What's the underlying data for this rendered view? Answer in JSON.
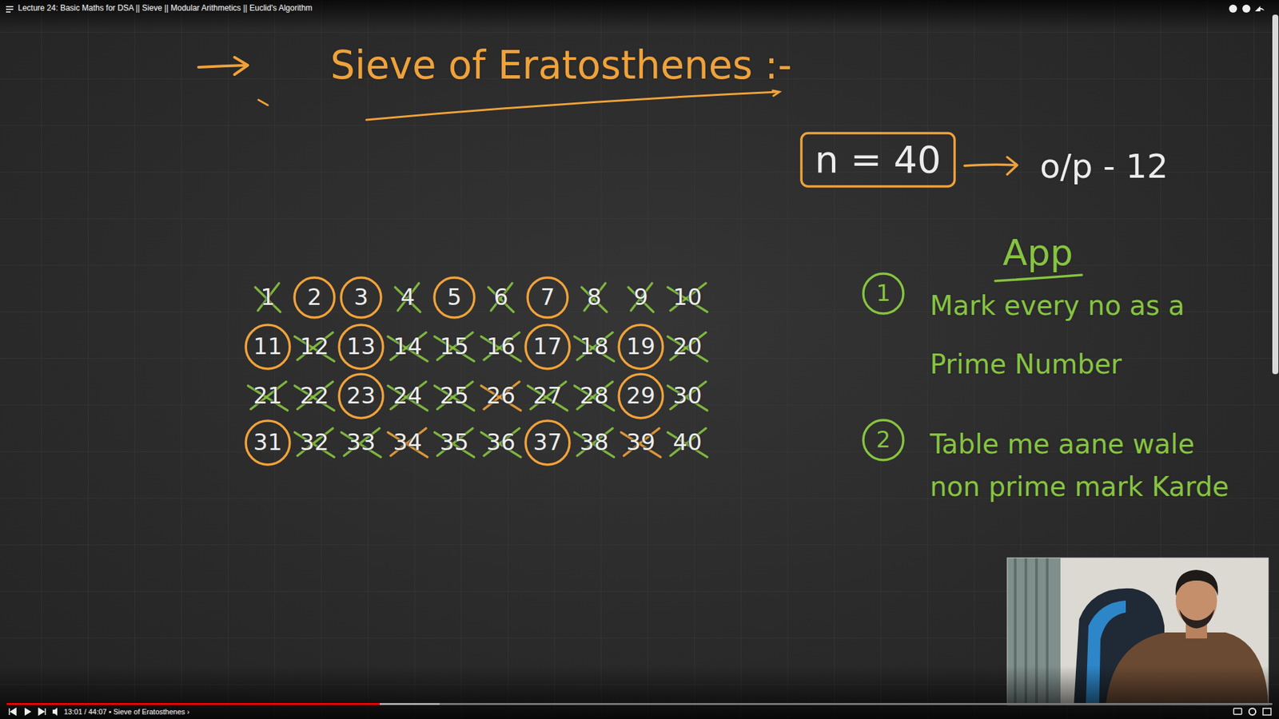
{
  "diagram": {
    "title": "Sieve of Eratosthenes :-",
    "nodes": [
      {
        "text": [
          "n = 40"
        ]
      },
      {
        "text": [
          "2"
        ]
      },
      {
        "text": [
          "3"
        ]
      },
      {
        "text": [
          "5"
        ]
      },
      {
        "text": [
          "7"
        ]
      },
      {
        "text": [
          "11"
        ]
      },
      {
        "text": [
          "13"
        ]
      },
      {
        "text": [
          "17"
        ]
      },
      {
        "text": [
          "19"
        ]
      },
      {
        "text": [
          "23"
        ]
      },
      {
        "text": [
          "29"
        ]
      },
      {
        "text": [
          "31"
        ]
      },
      {
        "text": [
          "37"
        ]
      },
      {
        "text": [
          "1"
        ]
      },
      {
        "text": [
          "2"
        ]
      }
    ],
    "labels": [
      "Lecture 24: Basic Maths for DSA || Sieve || Modular Arithmetics || Euclid's Algorithm",
      "o/p - 12",
      "App",
      "Mark every no as a Prime Number",
      "Table me aane wale non prime mark Karde",
      "1",
      "4",
      "6",
      "8",
      "9",
      "10",
      "12",
      "14",
      "15",
      "16",
      "18",
      "20",
      "21",
      "22",
      "24",
      "25",
      "26",
      "27",
      "28",
      "30",
      "32",
      "33",
      "34",
      "35",
      "36",
      "38",
      "39",
      "40",
      "13:01 / 44:07 • Sieve of Eratosthenes ›"
    ]
  }
}
